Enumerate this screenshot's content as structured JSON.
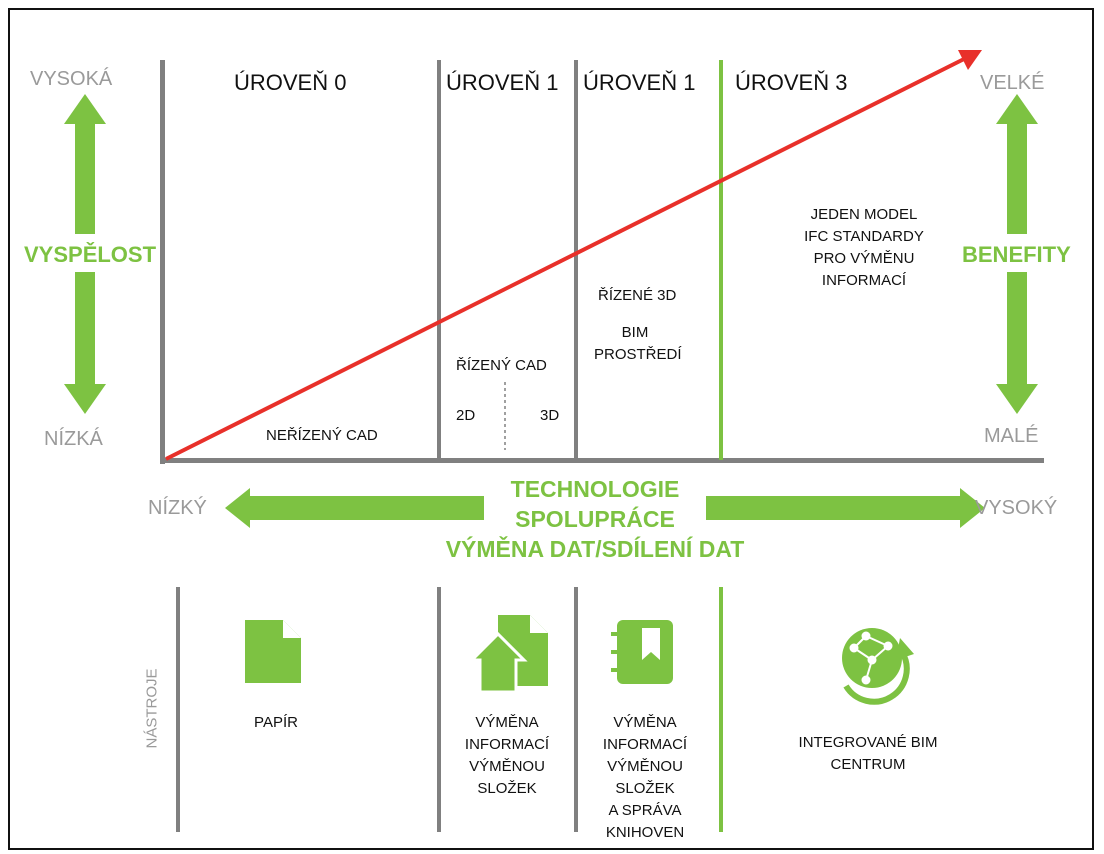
{
  "y_axis_left": {
    "top": "VYSOKÁ",
    "bottom": "NÍZKÁ",
    "label": "VYSPĚLOST"
  },
  "y_axis_right": {
    "top": "VELKÉ",
    "bottom": "MALÉ",
    "label": "BENEFITY"
  },
  "levels": [
    "ÚROVEŇ 0",
    "ÚROVEŇ 1",
    "ÚROVEŇ 1",
    "ÚROVEŇ 3"
  ],
  "level_texts": {
    "neriezeny_cad": "NEŘÍZENÝ CAD",
    "riezeny_cad": "ŘÍZENÝ CAD",
    "d2": "2D",
    "d3": "3D",
    "rizene_3d": "ŘÍZENÉ 3D",
    "bim_env": [
      "BIM",
      "PROSTŘEDÍ"
    ],
    "jeden_model": [
      "JEDEN MODEL",
      "IFC STANDARDY",
      "PRO VÝMĚNU",
      "INFORMACÍ"
    ]
  },
  "x_axis": {
    "left": "NÍZKÝ",
    "right": "VYSOKÝ",
    "center": [
      "TECHNOLOGIE",
      "SPOLUPRÁCE",
      "VÝMĚNA DAT/SDÍLENÍ DAT"
    ]
  },
  "tools": {
    "label": "NÁSTROJE",
    "items": [
      {
        "icon": "document-icon",
        "text": [
          "PAPÍR"
        ]
      },
      {
        "icon": "folder-house-icon",
        "text": [
          "VÝMĚNA",
          "INFORMACÍ",
          "VÝMĚNOU",
          "SLOŽEK"
        ]
      },
      {
        "icon": "notebook-icon",
        "text": [
          "VÝMĚNA",
          "INFORMACÍ",
          "VÝMĚNOU",
          "SLOŽEK",
          "A SPRÁVA",
          "KNIHOVEN"
        ]
      },
      {
        "icon": "network-globe-icon",
        "text": [
          "INTEGROVANÉ BIM",
          "CENTRUM"
        ]
      }
    ]
  },
  "colors": {
    "green": "#7dc242",
    "red": "#e8302a",
    "gray": "#808080",
    "text_gray": "#9a9a9a"
  }
}
